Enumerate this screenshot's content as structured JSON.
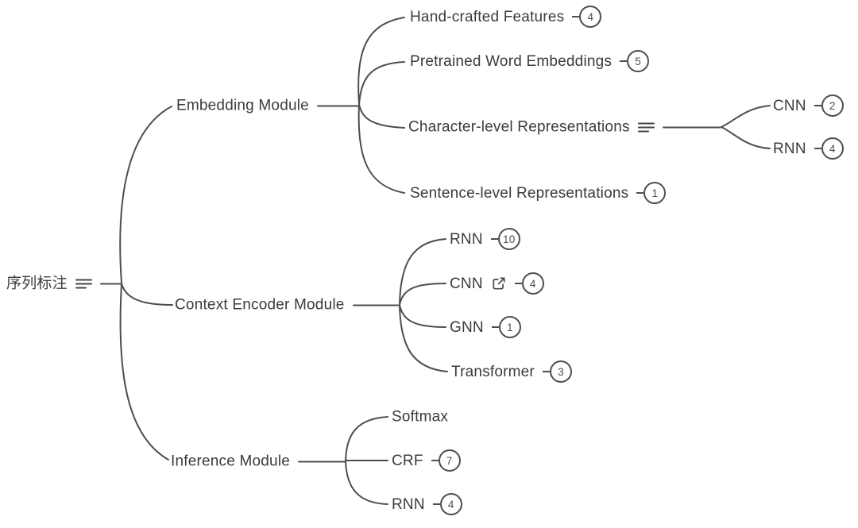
{
  "colors": {
    "background": "#ffffff",
    "line": "#4d4d52",
    "text": "#3b3b40",
    "badge": "#4d4d52"
  },
  "root": {
    "label": "序列标注",
    "icon": "notes-icon"
  },
  "nodes": {
    "embedding": {
      "label": "Embedding Module"
    },
    "hand_crafted": {
      "label": "Hand-crafted Features",
      "badge": "4"
    },
    "pretrained": {
      "label": "Pretrained Word Embeddings",
      "badge": "5"
    },
    "char_level": {
      "label": "Character-level Representations",
      "icon": "notes-icon"
    },
    "char_cnn": {
      "label": "CNN",
      "badge": "2"
    },
    "char_rnn": {
      "label": "RNN",
      "badge": "4"
    },
    "sentence_level": {
      "label": "Sentence-level Representations",
      "badge": "1"
    },
    "context": {
      "label": "Context Encoder Module"
    },
    "ctx_rnn": {
      "label": "RNN",
      "badge": "10"
    },
    "ctx_cnn": {
      "label": "CNN",
      "badge": "4",
      "icon": "external-link-icon"
    },
    "ctx_gnn": {
      "label": "GNN",
      "badge": "1"
    },
    "ctx_transformer": {
      "label": "Transformer",
      "badge": "3"
    },
    "inference": {
      "label": "Inference Module"
    },
    "inf_softmax": {
      "label": "Softmax"
    },
    "inf_crf": {
      "label": "CRF",
      "badge": "7"
    },
    "inf_rnn": {
      "label": "RNN",
      "badge": "4"
    }
  }
}
